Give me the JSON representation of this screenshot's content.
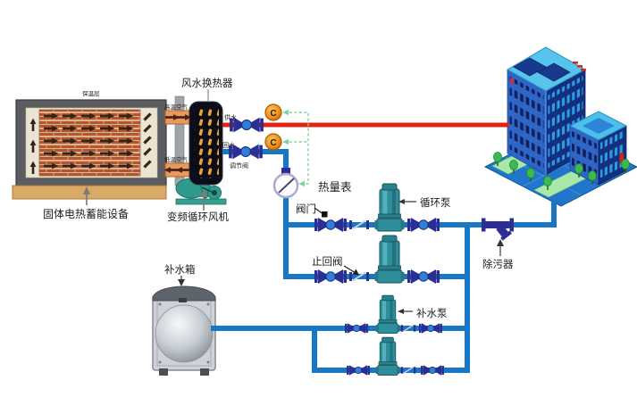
{
  "diagram": {
    "labels": {
      "storage": "固体电热蓄能设备",
      "insulation": "保温层",
      "duct_top": "高温空气",
      "duct_bottom": "低温空气",
      "exchanger": "风水换热器",
      "fan": "变频循环风机",
      "supply": "供水",
      "return": "回水",
      "regulating_valve": "调节阀",
      "heat_meter": "热量表",
      "valve": "阀门",
      "check_valve": "止回阀",
      "circulation_pump": "循环泵",
      "strainer": "除污器",
      "tank": "补水箱",
      "makeup_pump": "补水泵",
      "sensor_glyph": "C"
    },
    "colors": {
      "hot_pipe": "#e02517",
      "cold_pipe": "#1877c4",
      "valve_body": "#2b2e92",
      "pump_body": "#2e8f9b",
      "signal_line": "#7fd49b",
      "duct": "#e9995c",
      "brick": "#b4572c",
      "storage_frame": "#5b5d60",
      "base_wood": "#d8a967",
      "building_face": "#2e66c8",
      "building_side": "#12307e",
      "roof": "#56c4ec",
      "platform": "#2176cc",
      "lawn": "#a9e8ab",
      "sensor": "#f09a20"
    }
  }
}
